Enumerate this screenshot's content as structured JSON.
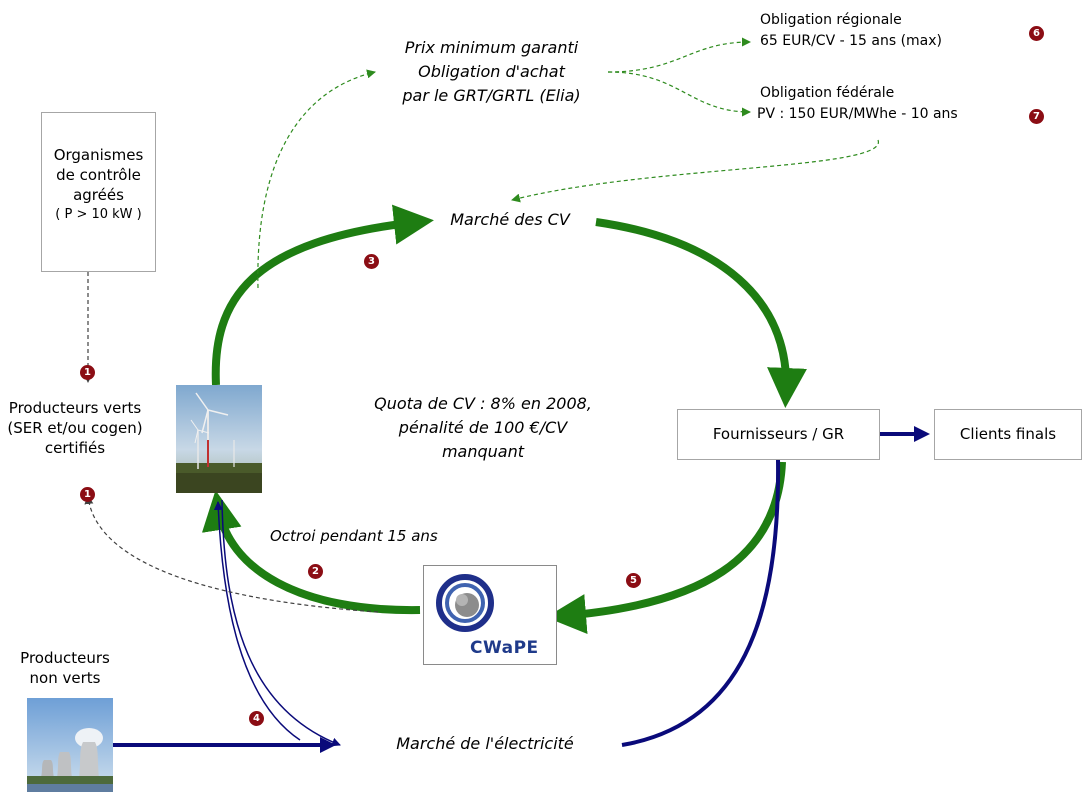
{
  "diagram": {
    "organismes_box": {
      "line1": "Organismes",
      "line2": "de contrôle",
      "line3": "agréés",
      "line4": "( P > 10 kW )"
    },
    "producteurs_verts": {
      "line1": "Producteurs verts",
      "line2": "(SER et/ou cogen)",
      "line3": "certifiés"
    },
    "producteurs_non_verts": {
      "line1": "Producteurs",
      "line2": "non verts"
    },
    "prix_minimum": {
      "line1": "Prix minimum garanti",
      "line2": "Obligation d'achat",
      "line3": "par le GRT/GRTL (Elia)"
    },
    "obligation_regionale": {
      "title": "Obligation régionale",
      "value": "65 EUR/CV - 15 ans (max)"
    },
    "obligation_federale": {
      "title": "Obligation fédérale",
      "value": "PV : 150 EUR/MWhe - 10 ans"
    },
    "marche_cv": "Marché des CV",
    "quota": {
      "line1": "Quota de CV : 8% en 2008,",
      "line2": "pénalité de 100 €/CV",
      "line3": "manquant"
    },
    "fournisseurs_box": "Fournisseurs / GR",
    "clients_box": "Clients finals",
    "octroi": "Octroi pendant 15 ans",
    "cwape_logo_text": "CWaPE",
    "marche_electricite": "Marché de l'électricité",
    "badges": {
      "b1_top": "1",
      "b1_bottom": "1",
      "b2": "2",
      "b3": "3",
      "b4": "4",
      "b5": "5",
      "b6": "6",
      "b7": "7"
    }
  },
  "colors": {
    "green_flow": "#1e7d12",
    "green_dashed": "#2e8b1e",
    "blue_flow": "#0a0a7a",
    "badge": "#8b0d14",
    "box_border": "#a6a6a6"
  }
}
